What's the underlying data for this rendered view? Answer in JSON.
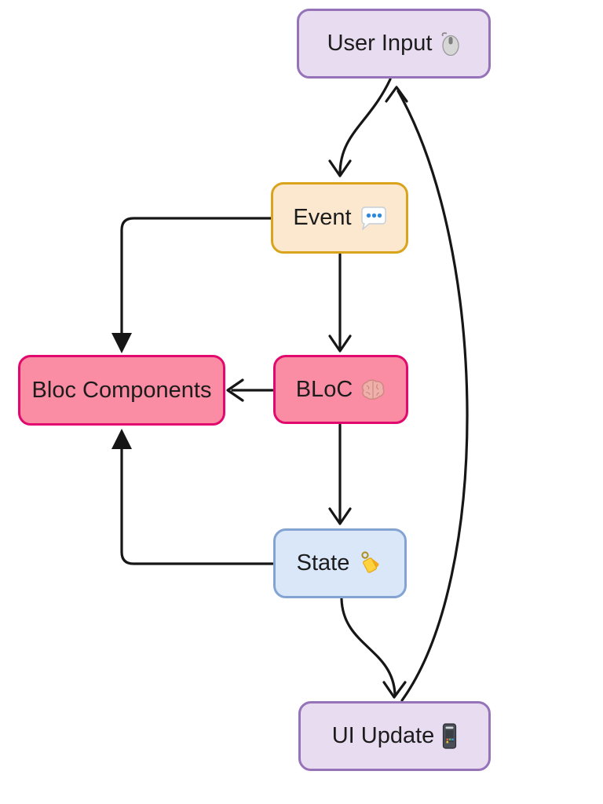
{
  "diagram": {
    "type": "flowchart",
    "background": "#ffffff",
    "line_color": "#161616",
    "nodes": [
      {
        "id": "user-input",
        "label": "User Input",
        "icon": "mouse-icon",
        "fill": "#e8dcf0",
        "border": "#9673b9"
      },
      {
        "id": "event",
        "label": "Event",
        "icon": "speech-balloon-icon",
        "fill": "#fce8cf",
        "border": "#d9a41b"
      },
      {
        "id": "bloc",
        "label": "BLoC",
        "icon": "brain-icon",
        "fill": "#fa8ca3",
        "border": "#e2096e"
      },
      {
        "id": "bloc-components",
        "label": "Bloc Components",
        "icon": "",
        "fill": "#fa8ca3",
        "border": "#e2096e"
      },
      {
        "id": "state",
        "label": "State",
        "icon": "label-tag-icon",
        "fill": "#d9e7f9",
        "border": "#83a3d2"
      },
      {
        "id": "ui-update",
        "label": "UI Update",
        "icon": "mobile-phone-icon",
        "fill": "#e8dcf0",
        "border": "#9673b9"
      }
    ],
    "edges": [
      {
        "from": "User Input",
        "to": "Event",
        "arrowhead": "open"
      },
      {
        "from": "Event",
        "to": "BLoC",
        "arrowhead": "open"
      },
      {
        "from": "Event",
        "to": "Bloc Components",
        "arrowhead": "filled"
      },
      {
        "from": "BLoC",
        "to": "Bloc Components",
        "arrowhead": "open"
      },
      {
        "from": "BLoC",
        "to": "State",
        "arrowhead": "open"
      },
      {
        "from": "State",
        "to": "Bloc Components",
        "arrowhead": "filled"
      },
      {
        "from": "State",
        "to": "UI Update",
        "arrowhead": "open"
      },
      {
        "from": "UI Update",
        "to": "User Input",
        "arrowhead": "open"
      }
    ]
  }
}
